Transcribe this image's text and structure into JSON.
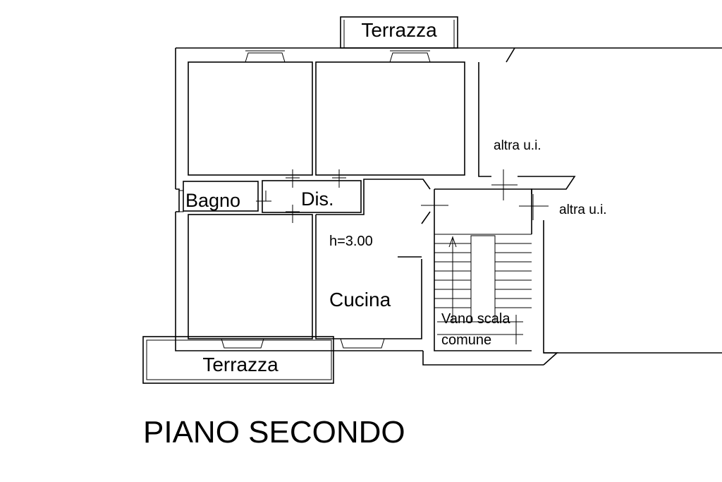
{
  "plan": {
    "title": "PIANO SECONDO",
    "labels": {
      "terrazza_top": "Terrazza",
      "terrazza_bottom": "Terrazza",
      "altra_ui_1": "altra u.i.",
      "altra_ui_2": "altra u.i.",
      "bagno": "Bagno",
      "dis": "Dis.",
      "height": "h=3.00",
      "cucina": "Cucina",
      "vano_scala_1": "Vano scala",
      "vano_scala_2": "comune"
    },
    "colors": {
      "line": "#000000",
      "background": "#ffffff"
    }
  }
}
